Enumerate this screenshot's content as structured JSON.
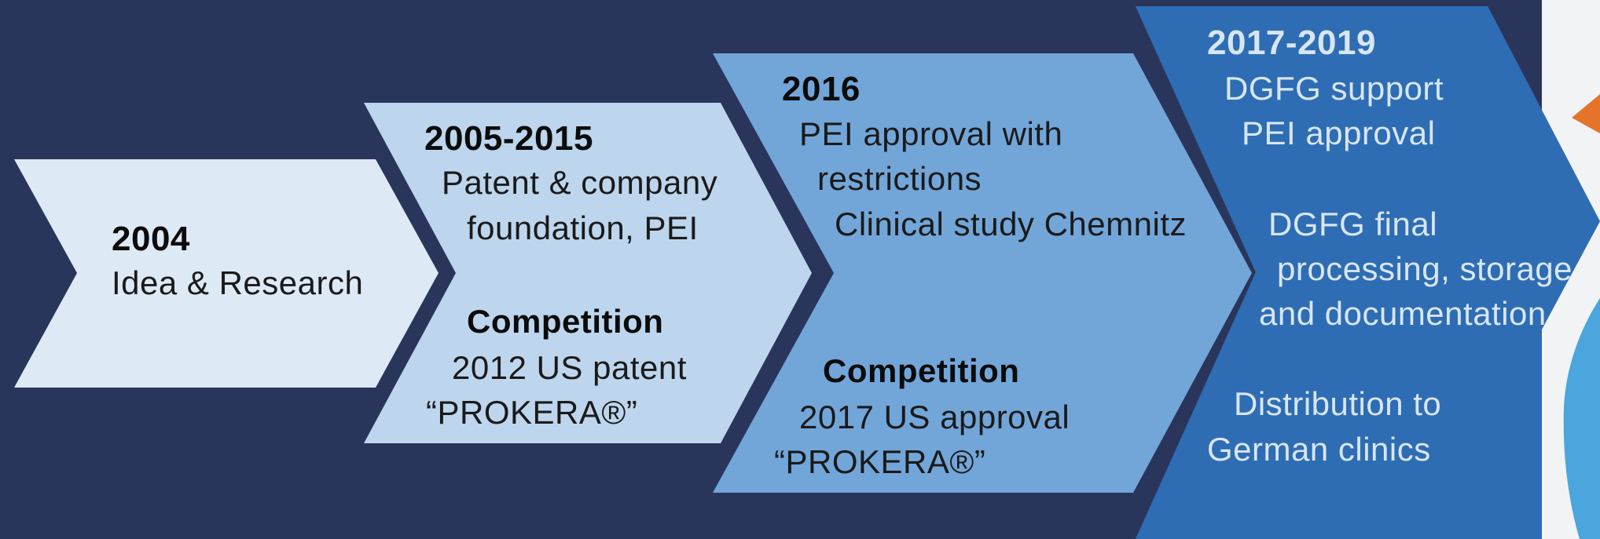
{
  "colors": {
    "background": "#2a355c",
    "step1": "#dde9f5",
    "step2": "#bdd6ed",
    "step3": "#72a6d9",
    "step4": "#2e6db3",
    "light_text": "#d8e6f4",
    "dark_text": "#0b0b0b"
  },
  "steps": [
    {
      "year": "2004",
      "lines": [
        "Idea & Research"
      ]
    },
    {
      "year": "2005-2015",
      "lines": [
        "Patent & company",
        "foundation, PEI"
      ],
      "competition": {
        "heading": "Competition",
        "lines": [
          "2012 US patent",
          "“PROKERA®”"
        ]
      }
    },
    {
      "year": "2016",
      "lines": [
        "PEI approval with",
        "restrictions",
        "Clinical study Chemnitz"
      ],
      "competition": {
        "heading": "Competition",
        "lines": [
          "2017 US approval",
          "“PROKERA®”"
        ]
      }
    },
    {
      "year": "2017-2019",
      "lines": [
        "DGFG support",
        "PEI approval",
        "DGFG final",
        "processing, storage",
        "and documentation",
        "Distribution to",
        "German clinics"
      ]
    }
  ]
}
